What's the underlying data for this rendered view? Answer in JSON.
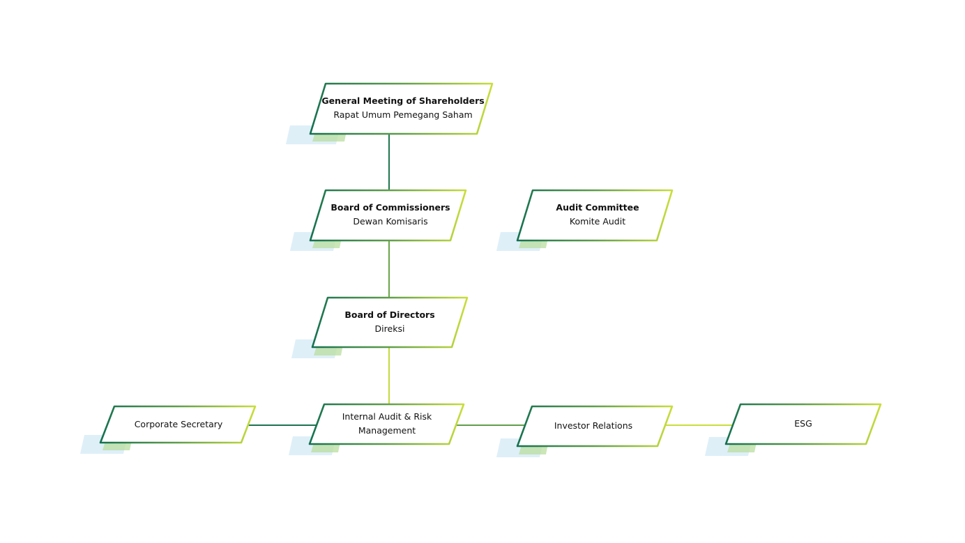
{
  "colors": {
    "gradient_start": "#157150",
    "gradient_mid": "#5f9e4a",
    "gradient_end": "#c9de3c",
    "shadow_blue": "#d6ebf6",
    "shadow_green": "#b9dda0",
    "text": "#111111",
    "background": "#ffffff"
  },
  "nodes": {
    "gms": {
      "title": "General Meeting of Shareholders",
      "subtitle": "Rapat Umum Pemegang Saham"
    },
    "boc": {
      "title": "Board of Commissioners",
      "subtitle": "Dewan Komisaris"
    },
    "audit_committee": {
      "title": "Audit Committee",
      "subtitle": "Komite Audit"
    },
    "bod": {
      "title": "Board of Directors",
      "subtitle": "Direksi"
    },
    "corporate_secretary": {
      "label": "Corporate Secretary"
    },
    "internal_audit": {
      "line1": "Internal Audit & Risk",
      "line2": "Management"
    },
    "investor_relations": {
      "label": "Investor Relations"
    },
    "esg": {
      "label": "ESG"
    }
  }
}
